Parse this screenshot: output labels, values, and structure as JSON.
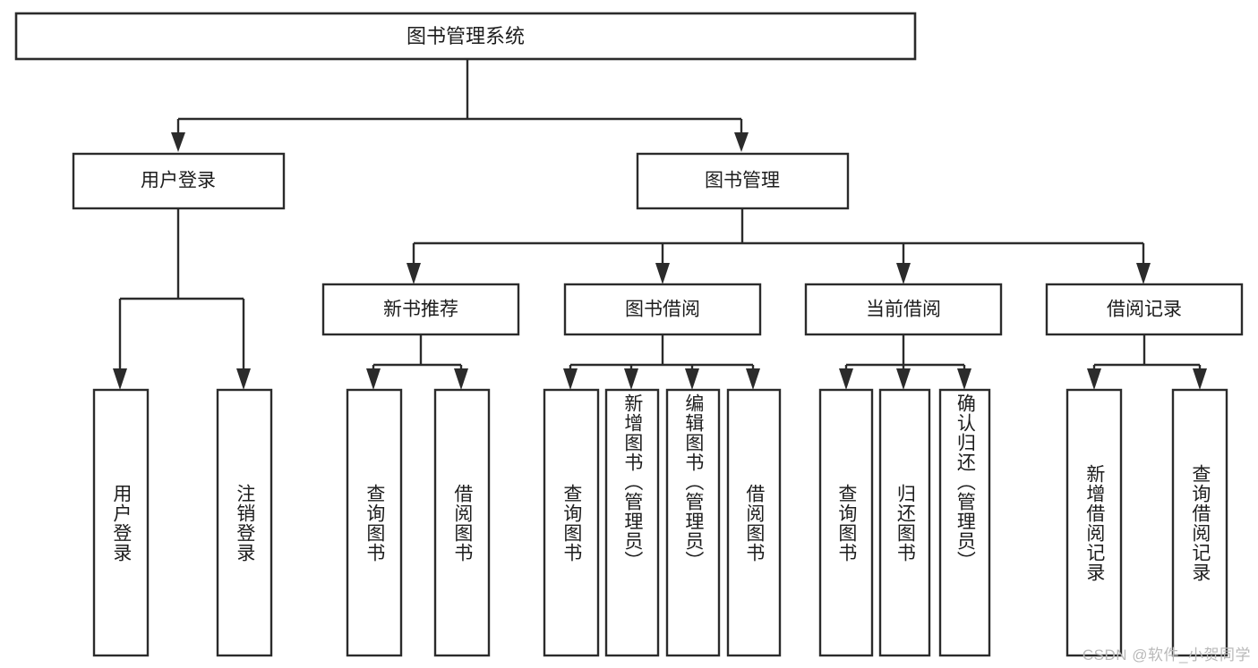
{
  "diagram": {
    "title": "图书管理系统",
    "type": "tree-hierarchy",
    "orientation": "top-down",
    "colors": {
      "line": "#2b2b2b",
      "box_fill": "#ffffff",
      "text": "#1d1d1d",
      "watermark": "#b9b9b9",
      "background": "#ffffff"
    },
    "root": {
      "label": "图书管理系统"
    },
    "level2": [
      {
        "label": "用户登录"
      },
      {
        "label": "图书管理"
      }
    ],
    "level3": [
      {
        "label": "新书推荐"
      },
      {
        "label": "图书借阅"
      },
      {
        "label": "当前借阅"
      },
      {
        "label": "借阅记录"
      }
    ],
    "leaves": {
      "user_login": [
        {
          "label": "用户登录"
        },
        {
          "label": "注销登录"
        }
      ],
      "new_book_recommend": [
        {
          "label": "查询图书"
        },
        {
          "label": "借阅图书"
        }
      ],
      "book_borrow": [
        {
          "label": "查询图书"
        },
        {
          "label": "新增图书（管理员）"
        },
        {
          "label": "编辑图书（管理员）"
        },
        {
          "label": "借阅图书"
        }
      ],
      "current_borrow": [
        {
          "label": "查询图书"
        },
        {
          "label": "归还图书"
        },
        {
          "label": "确认归还（管理员）"
        }
      ],
      "borrow_record": [
        {
          "label": "新增借阅记录"
        },
        {
          "label": "查询借阅记录"
        }
      ]
    },
    "watermark": "CSDN @软件_小贺同学"
  }
}
